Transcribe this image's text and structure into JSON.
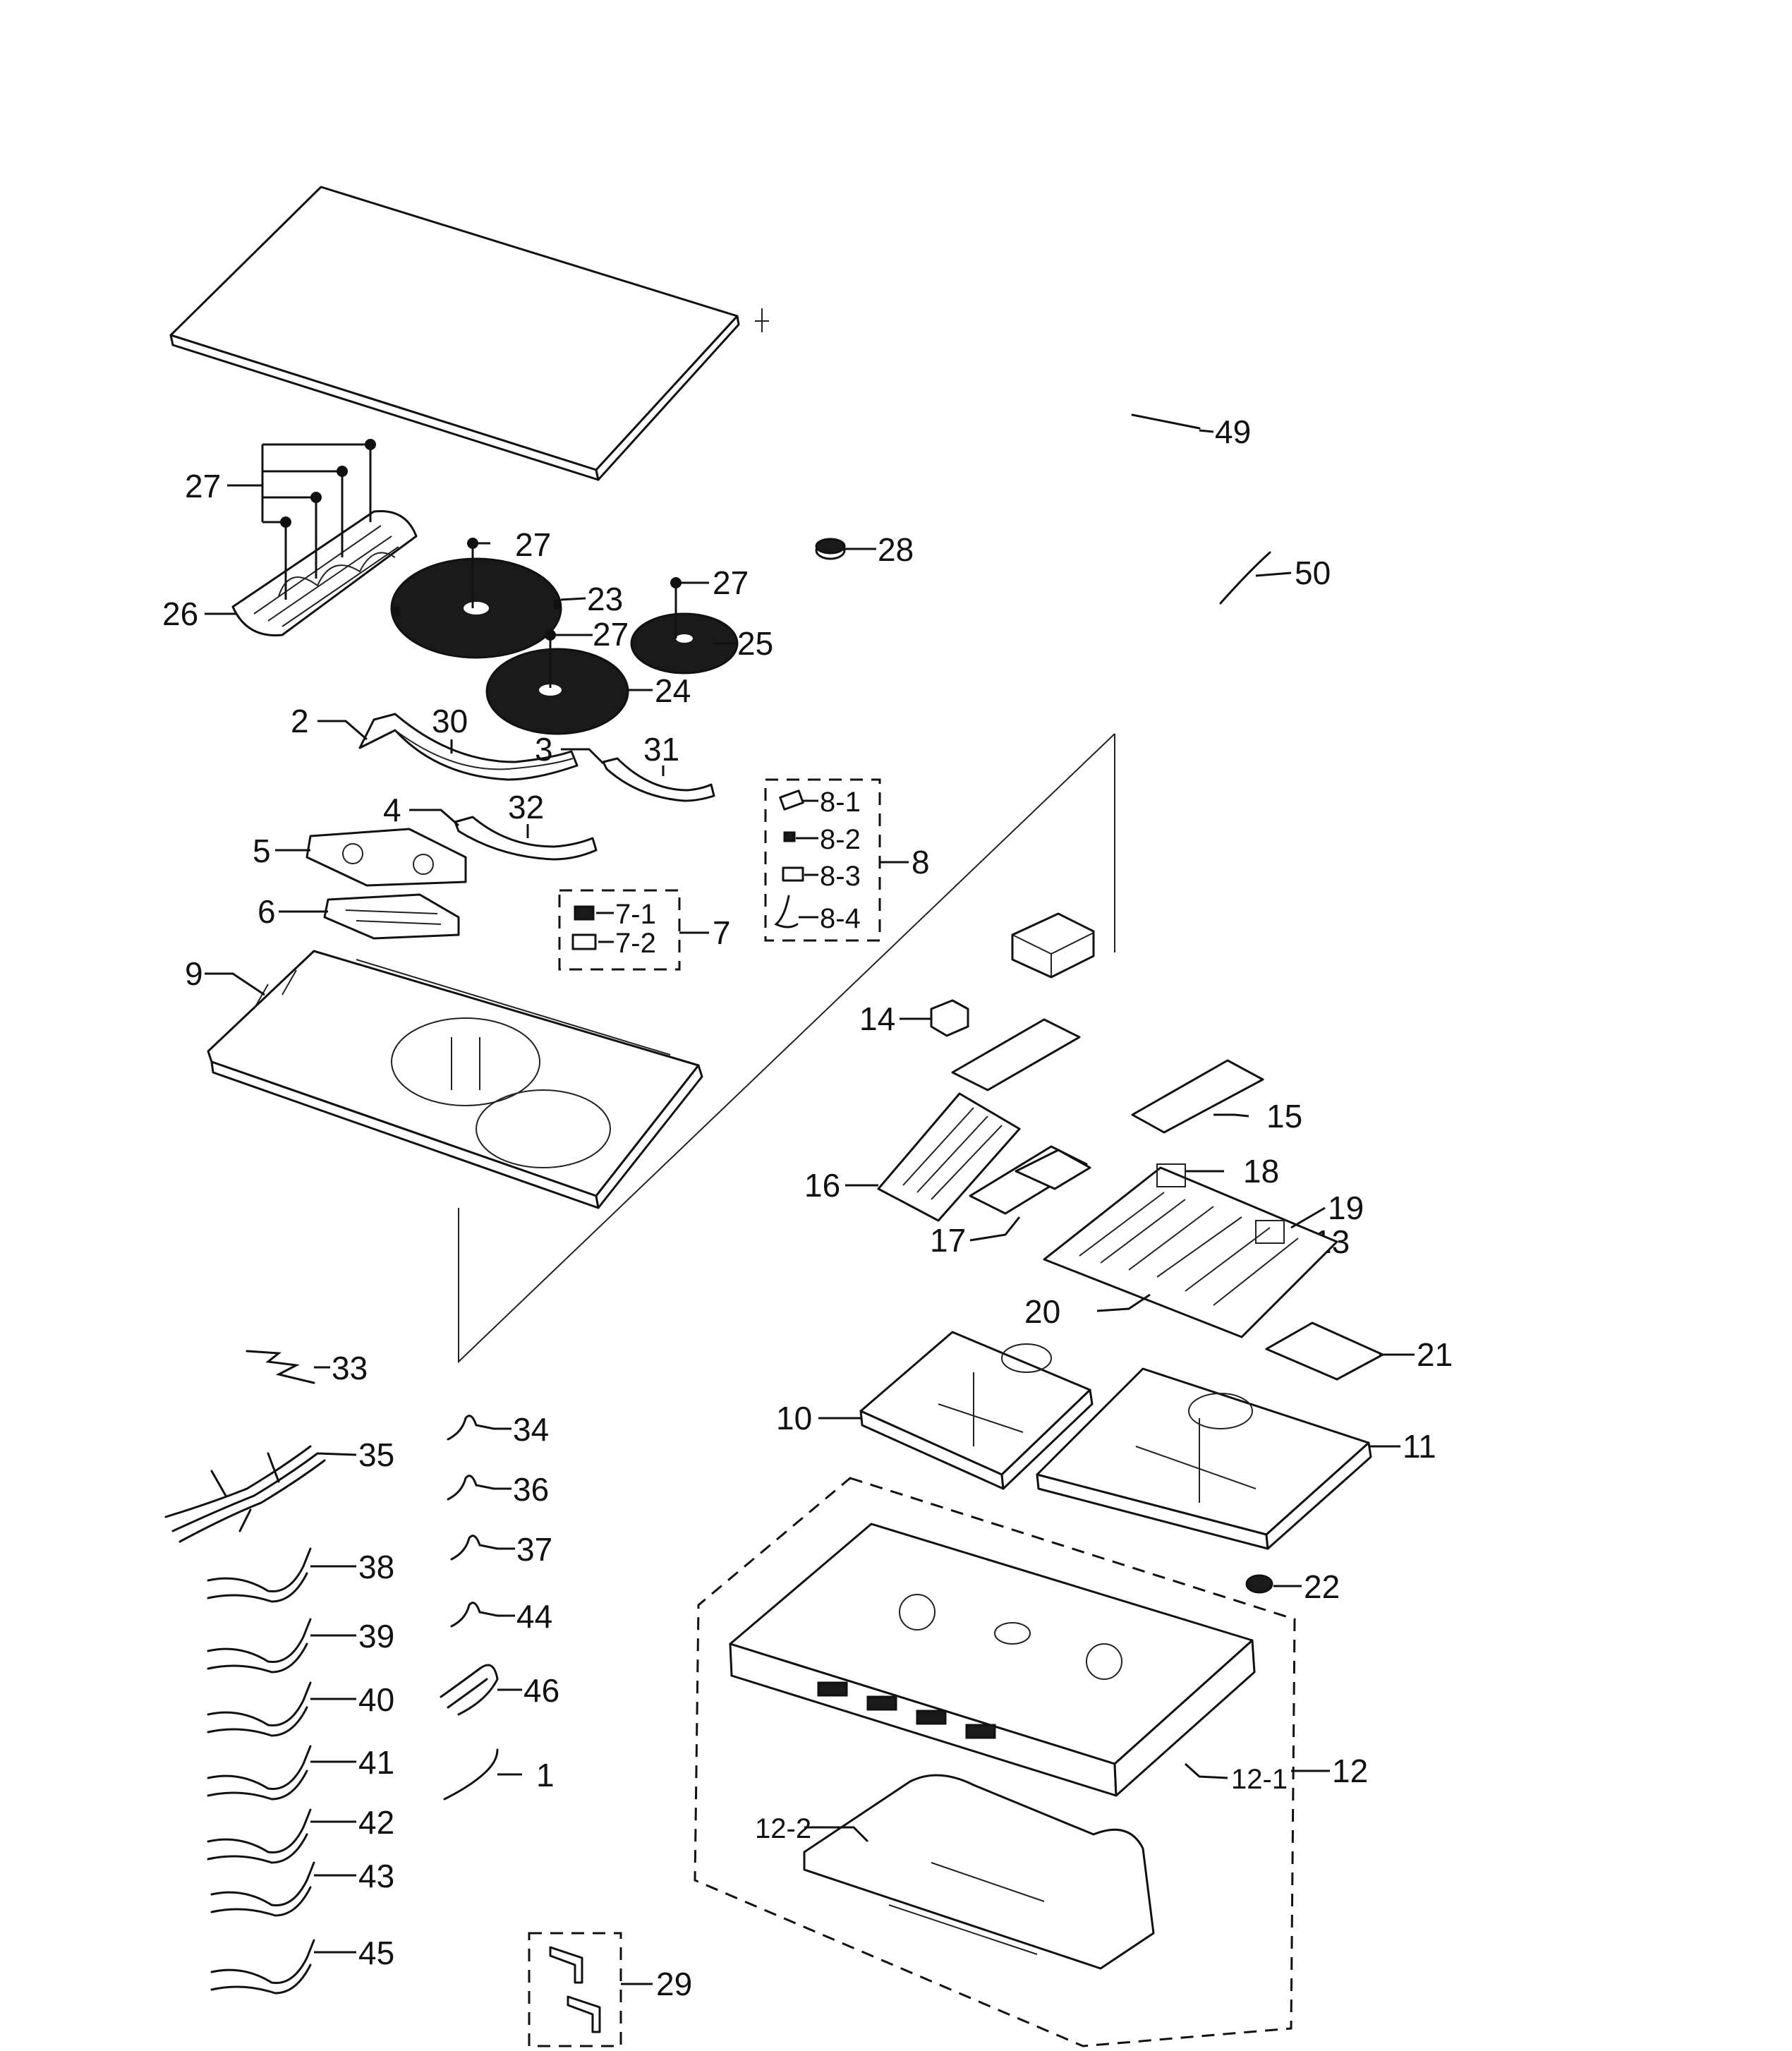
{
  "callouts": {
    "c1": "1",
    "c2": "2",
    "c3": "3",
    "c4": "4",
    "c5": "5",
    "c6": "6",
    "c7": "7",
    "c7_1": "7-1",
    "c7_2": "7-2",
    "c8": "8",
    "c8_1": "8-1",
    "c8_2": "8-2",
    "c8_3": "8-3",
    "c8_4": "8-4",
    "c9": "9",
    "c10": "10",
    "c11": "11",
    "c12": "12",
    "c12_1": "12-1",
    "c12_2": "12-2",
    "c13": "13",
    "c14": "14",
    "c15": "15",
    "c16": "16",
    "c17": "17",
    "c18": "18",
    "c19": "19",
    "c20": "20",
    "c21": "21",
    "c22": "22",
    "c23": "23",
    "c24": "24",
    "c25": "25",
    "c26": "26",
    "c27a": "27",
    "c27b": "27",
    "c27c": "27",
    "c27d": "27",
    "c28": "28",
    "c29": "29",
    "c30": "30",
    "c31": "31",
    "c32": "32",
    "c33": "33",
    "c34": "34",
    "c35": "35",
    "c36": "36",
    "c37": "37",
    "c38": "38",
    "c39": "39",
    "c40": "40",
    "c41": "41",
    "c42": "42",
    "c43": "43",
    "c44": "44",
    "c45": "45",
    "c46": "46",
    "c49": "49",
    "c50": "50"
  }
}
